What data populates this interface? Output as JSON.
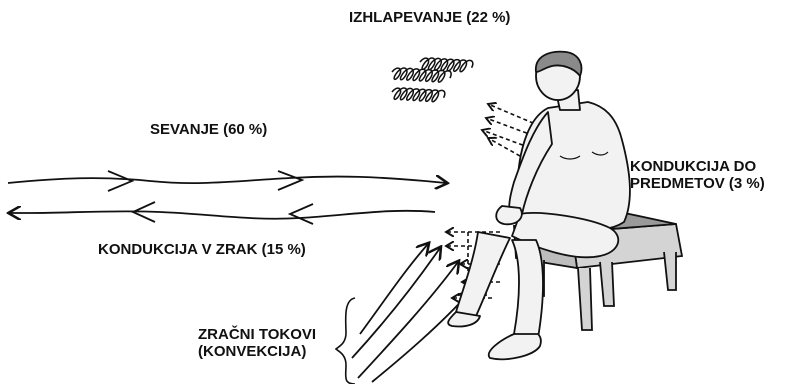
{
  "labels": {
    "evaporation": "IZHLAPEVANJE (22 %)",
    "radiation": "SEVANJE (60 %)",
    "conduction_objects_line1": "KONDUKCIJA DO",
    "conduction_objects_line2": "PREDMETOV (3 %)",
    "conduction_air": "KONDUKCIJA V ZRAK (15 %)",
    "convection_line1": "ZRAČNI TOKOVI",
    "convection_line2": "(KONVEKCIJA)"
  },
  "colors": {
    "ink": "#111111",
    "skin": "#f2f2f2",
    "hair": "#8a8a8a",
    "stool_top": "#9a9a9a",
    "stool_side": "#d4d4d4"
  }
}
